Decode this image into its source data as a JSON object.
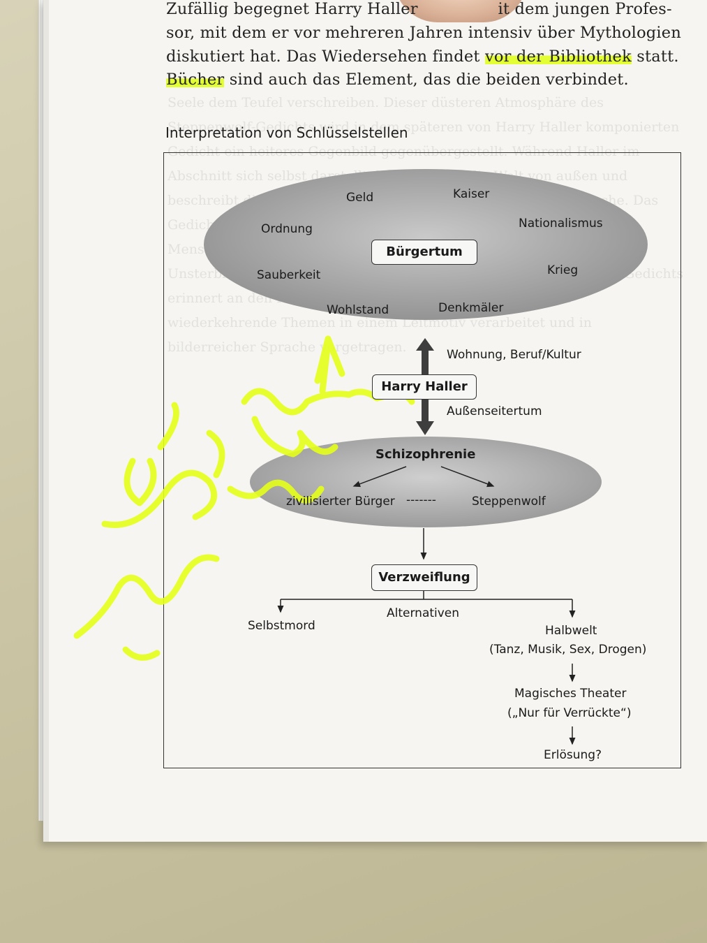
{
  "book_text": {
    "line1_a": "Zufällig begegnet Harry Haller",
    "line1_b": "it dem jungen Profes-",
    "line2_a": "sor, mit dem er vor mehreren Jahren",
    "line2_b": "intensiv über Mythologien",
    "line3_a": "diskutiert hat. Das Wiedersehen findet",
    "line3_hl": "vor der Bibliothek",
    "line3_b": "statt.",
    "line4_hl": "Bücher",
    "line4_b": "sind auch das Element, das die beiden verbindet."
  },
  "section_heading": "Interpretation von Schlüsselstellen",
  "diagram": {
    "buergertum": {
      "title": "Bürgertum",
      "terms": [
        "Geld",
        "Kaiser",
        "Ordnung",
        "Nationalismus",
        "Sauberkeit",
        "Krieg",
        "Wohlstand",
        "Denkmäler"
      ]
    },
    "arrow_up_label": "Wohnung, Beruf/Kultur",
    "arrow_down_label": "Außenseitertum",
    "center": "Harry Haller",
    "schizophrenie": {
      "title": "Schizophrenie",
      "left": "zivilisierter Bürger",
      "dashes": "-------",
      "right": "Steppenwolf"
    },
    "verzweiflung": "Verzweiflung",
    "alternatives_label": "Alternativen",
    "selbstmord": "Selbstmord",
    "halbwelt": "Halbwelt",
    "halbwelt_detail": "(Tanz, Musik, Sex, Drogen)",
    "theater": "Magisches Theater",
    "theater_detail": "(„Nur für Verrückte“)",
    "erloesung": "Erlösung?"
  },
  "colors": {
    "highlighter": "#e1ff14",
    "ellipse_gray": "#9a9a9a",
    "arrow_gray": "#444444",
    "paper": "#f6f5f1"
  }
}
